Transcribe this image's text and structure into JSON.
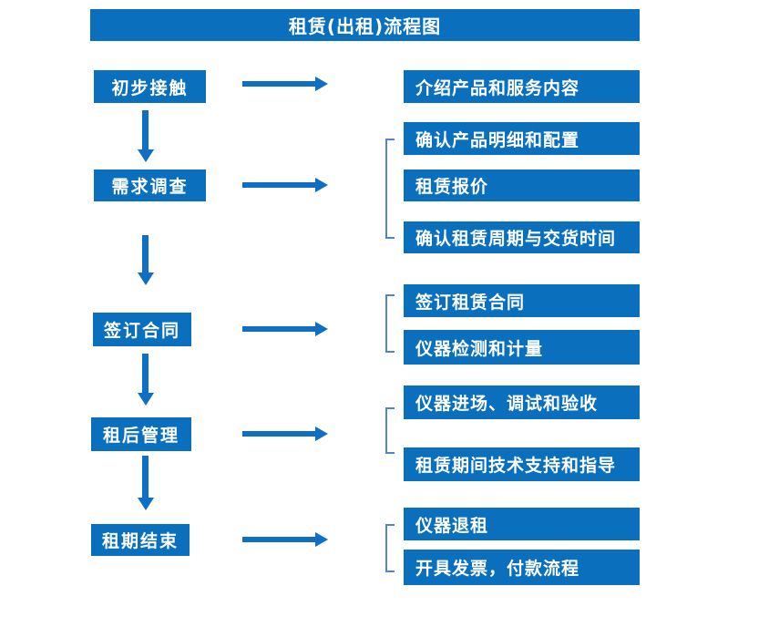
{
  "title": "租赁(出租)流程图",
  "colors": {
    "box-blue": "#0a70be",
    "arrow-blue": "#0e6fc5",
    "bracket-blue": "#4f86c6",
    "text-white": "#ffffff",
    "page-bg": "#ffffff"
  },
  "steps": [
    {
      "label": "初步接触",
      "outputs": [
        "介绍产品和服务内容"
      ]
    },
    {
      "label": "需求调查",
      "outputs": [
        "确认产品明细和配置",
        "租赁报价",
        "确认租赁周期与交货时间"
      ]
    },
    {
      "label": "签订合同",
      "outputs": [
        "签订租赁合同",
        "仪器检测和计量"
      ]
    },
    {
      "label": "租后管理",
      "outputs": [
        "仪器进场、调试和验收",
        "租赁期间技术支持和指导"
      ]
    },
    {
      "label": "租期结束",
      "outputs": [
        "仪器退租",
        "开具发票，付款流程"
      ]
    }
  ]
}
